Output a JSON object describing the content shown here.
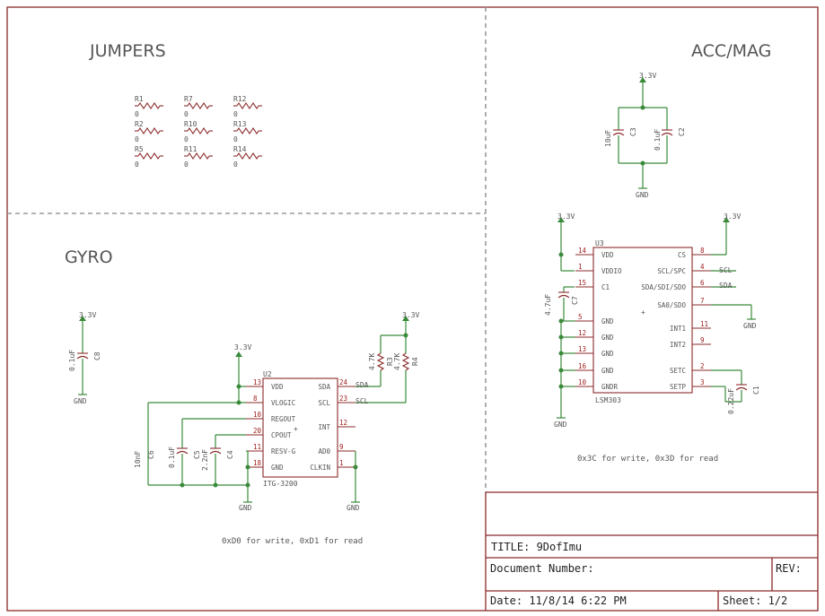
{
  "sections": {
    "jumpers": "JUMPERS",
    "acc_mag": "ACC/MAG",
    "gyro": "GYRO"
  },
  "jumpers": [
    {
      "ref": "R1",
      "value": "0"
    },
    {
      "ref": "R2",
      "value": "0"
    },
    {
      "ref": "R5",
      "value": "0"
    },
    {
      "ref": "R7",
      "value": "0"
    },
    {
      "ref": "R10",
      "value": "0"
    },
    {
      "ref": "R11",
      "value": "0"
    },
    {
      "ref": "R12",
      "value": "0"
    },
    {
      "ref": "R13",
      "value": "0"
    },
    {
      "ref": "R14",
      "value": "0"
    }
  ],
  "acc_mag": {
    "decoupling": {
      "supply": "3.3V",
      "gnd": "GND",
      "c3_ref": "C3",
      "c3_val": "10uF",
      "c2_ref": "C2",
      "c2_val": "0.1uF"
    },
    "chip": {
      "ref": "U3",
      "name": "LSM303",
      "supply_left": "3.3V",
      "supply_right": "3.3V",
      "gnd_left": "GND",
      "gnd_right": "GND",
      "left_pins": [
        {
          "num": "14",
          "name": "VDD"
        },
        {
          "num": "1",
          "name": "VDDIO"
        },
        {
          "num": "15",
          "name": "C1"
        },
        {
          "num": "5",
          "name": "GND"
        },
        {
          "num": "12",
          "name": "GND"
        },
        {
          "num": "13",
          "name": "GND"
        },
        {
          "num": "16",
          "name": "GND"
        },
        {
          "num": "10",
          "name": "GNDR"
        }
      ],
      "right_pins": [
        {
          "num": "8",
          "name": "CS"
        },
        {
          "num": "4",
          "name": "SCL/SPC"
        },
        {
          "num": "6",
          "name": "SDA/SDI/SDO"
        },
        {
          "num": "7",
          "name": "SA0/SDO"
        },
        {
          "num": "11",
          "name": "INT1"
        },
        {
          "num": "9",
          "name": "INT2"
        },
        {
          "num": "2",
          "name": "SETC"
        },
        {
          "num": "3",
          "name": "SETP"
        }
      ],
      "net_scl": "SCL",
      "net_sda": "SDA",
      "c7_ref": "C7",
      "c7_val": "4.7uF",
      "c1_ref": "C1",
      "c1_val": "0.22uF"
    },
    "note": "0x3C for write, 0x3D for read"
  },
  "gyro": {
    "c8": {
      "supply": "3.3V",
      "ref": "C8",
      "value": "0.1uF",
      "gnd": "GND"
    },
    "pullups": {
      "supply": "3.3V",
      "r3_ref": "R3",
      "r3_val": "4.7K",
      "r4_ref": "R4",
      "r4_val": "4.7K"
    },
    "chip": {
      "ref": "U2",
      "name": "ITG-3200",
      "supply": "3.3V",
      "gnd_left": "GND",
      "gnd_right": "GND",
      "left_pins": [
        {
          "num": "13",
          "name": "VDD"
        },
        {
          "num": "8",
          "name": "VLOGIC"
        },
        {
          "num": "10",
          "name": "REGOUT"
        },
        {
          "num": "20",
          "name": "CPOUT"
        },
        {
          "num": "11",
          "name": "RESV-G"
        },
        {
          "num": "18",
          "name": "GND"
        }
      ],
      "right_pins": [
        {
          "num": "24",
          "name": "SDA"
        },
        {
          "num": "23",
          "name": "SCL"
        },
        {
          "num": "12",
          "name": "INT"
        },
        {
          "num": "9",
          "name": "AD0"
        },
        {
          "num": "1",
          "name": "CLKIN"
        }
      ],
      "net_sda": "SDA",
      "net_scl": "SCL",
      "caps": [
        {
          "ref": "C6",
          "value": "10nF"
        },
        {
          "ref": "C5",
          "value": "0.1uF"
        },
        {
          "ref": "C4",
          "value": "2.2nF"
        }
      ]
    },
    "note": "0xD0 for write, 0xD1 for read"
  },
  "title_block": {
    "title": "TITLE: 9DofImu",
    "doc_number": "Document Number:",
    "rev": "REV:",
    "date": "Date: 11/8/14 6:22 PM",
    "sheet": "Sheet: 1/2"
  },
  "colors": {
    "frame": "#8b2a2a",
    "wire": "#3a8a3a",
    "text": "#555555",
    "divider": "#9a9a9a"
  }
}
